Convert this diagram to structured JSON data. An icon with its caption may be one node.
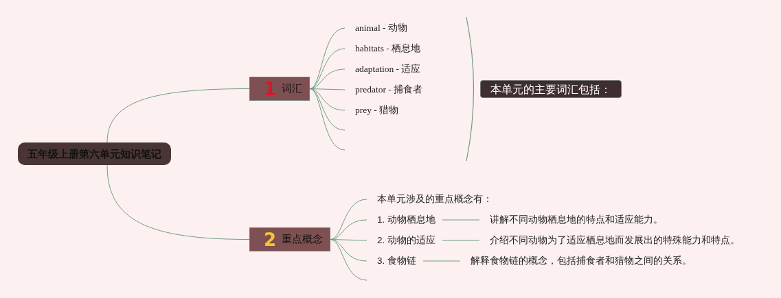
{
  "diagram": {
    "nodes": [
      {
        "text": [
          "五年级上册第六单元知识笔记"
        ]
      },
      {
        "text": [
          "1",
          "词汇"
        ]
      },
      {
        "text": [
          "2",
          "重点概念"
        ]
      },
      {
        "text": [
          "animal - 动物"
        ]
      },
      {
        "text": [
          "habitats - 栖息地"
        ]
      },
      {
        "text": [
          "adaptation - 适应"
        ]
      },
      {
        "text": [
          "predator - 捕食者"
        ]
      },
      {
        "text": [
          "prey - 猎物"
        ]
      },
      {
        "text": [
          "本单元的主要词汇包括："
        ]
      },
      {
        "text": [
          "本单元涉及的重点概念有："
        ]
      },
      {
        "text": [
          "1. 动物栖息地"
        ]
      },
      {
        "text": [
          "讲解不同动物栖息地的特点和适应能力。"
        ]
      },
      {
        "text": [
          "2. 动物的适应"
        ]
      },
      {
        "text": [
          "介绍不同动物为了适应栖息地而发展出的特殊能力和特点。"
        ]
      },
      {
        "text": [
          "3. 食物链"
        ]
      },
      {
        "text": [
          "解释食物链的概念，包括捕食者和猎物之间的关系。"
        ]
      }
    ],
    "edges": [
      {
        "from": 0,
        "to": 1,
        "arrow": "none"
      },
      {
        "from": 0,
        "to": 2,
        "arrow": "none"
      },
      {
        "from": 1,
        "to": 3,
        "arrow": "none"
      },
      {
        "from": 1,
        "to": 4,
        "arrow": "none"
      },
      {
        "from": 1,
        "to": 5,
        "arrow": "none"
      },
      {
        "from": 1,
        "to": 6,
        "arrow": "none"
      },
      {
        "from": 1,
        "to": 7,
        "arrow": "none"
      },
      {
        "from": 1,
        "to": null,
        "arrow": "none"
      },
      {
        "from": 1,
        "to": null,
        "arrow": "none"
      },
      {
        "from": 2,
        "to": 9,
        "arrow": "none"
      },
      {
        "from": 2,
        "to": 10,
        "arrow": "none"
      },
      {
        "from": 2,
        "to": 12,
        "arrow": "none"
      },
      {
        "from": 2,
        "to": 14,
        "arrow": "none"
      },
      {
        "from": 2,
        "to": null,
        "arrow": "none"
      },
      {
        "from": 10,
        "to": 11,
        "arrow": "none"
      },
      {
        "from": 12,
        "to": 13,
        "arrow": "none"
      },
      {
        "from": 14,
        "to": 15,
        "arrow": "none"
      }
    ]
  }
}
